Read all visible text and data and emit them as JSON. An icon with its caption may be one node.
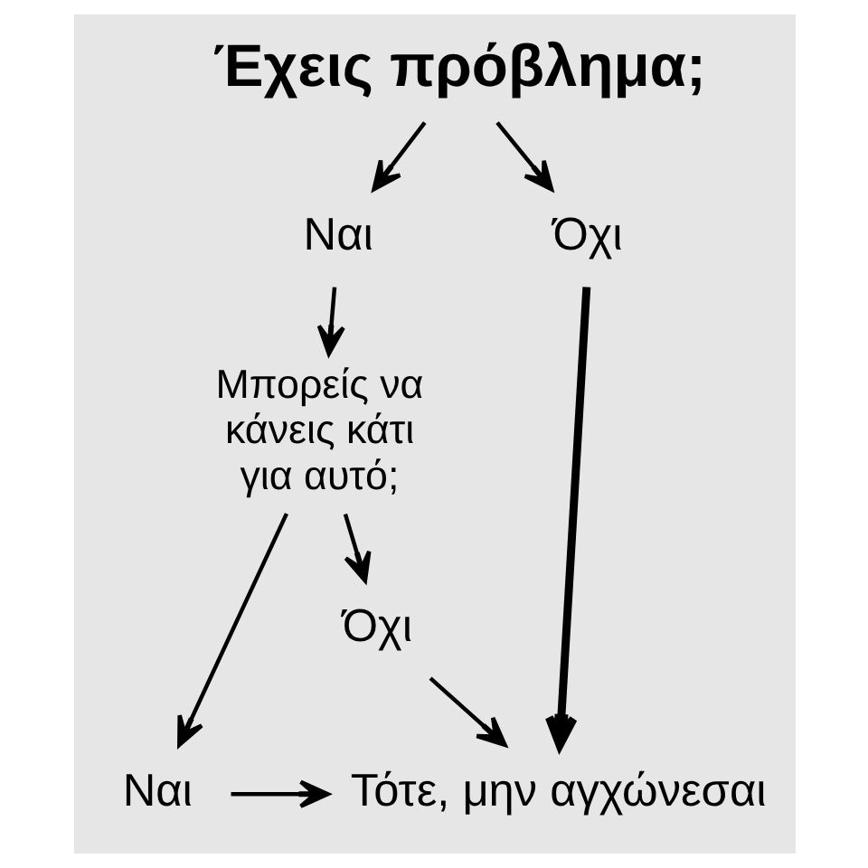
{
  "diagram": {
    "nodes": [
      {
        "text": [
          "Έχεις πρόβλημα;"
        ]
      },
      {
        "text": [
          "Ναι"
        ]
      },
      {
        "text": [
          "Όχι"
        ]
      },
      {
        "text": [
          "Μπορείς να κάνεις κάτι για αυτό;"
        ]
      },
      {
        "text": [
          "Όχι"
        ]
      },
      {
        "text": [
          "Ναι"
        ]
      },
      {
        "text": [
          "Τότε, μην αγχώνεσαι"
        ]
      }
    ],
    "edges": [
      {
        "from": 0,
        "to": 1,
        "arrow": "to"
      },
      {
        "from": 0,
        "to": 2,
        "arrow": "to"
      },
      {
        "from": 1,
        "to": 3,
        "arrow": "to"
      },
      {
        "from": 3,
        "to": 4,
        "arrow": "to"
      },
      {
        "from": 3,
        "to": 5,
        "arrow": "to"
      },
      {
        "from": 4,
        "to": 6,
        "arrow": "to"
      },
      {
        "from": 2,
        "to": 6,
        "arrow": "to",
        "style": "thick"
      },
      {
        "from": 5,
        "to": 6,
        "arrow": "to"
      }
    ]
  }
}
